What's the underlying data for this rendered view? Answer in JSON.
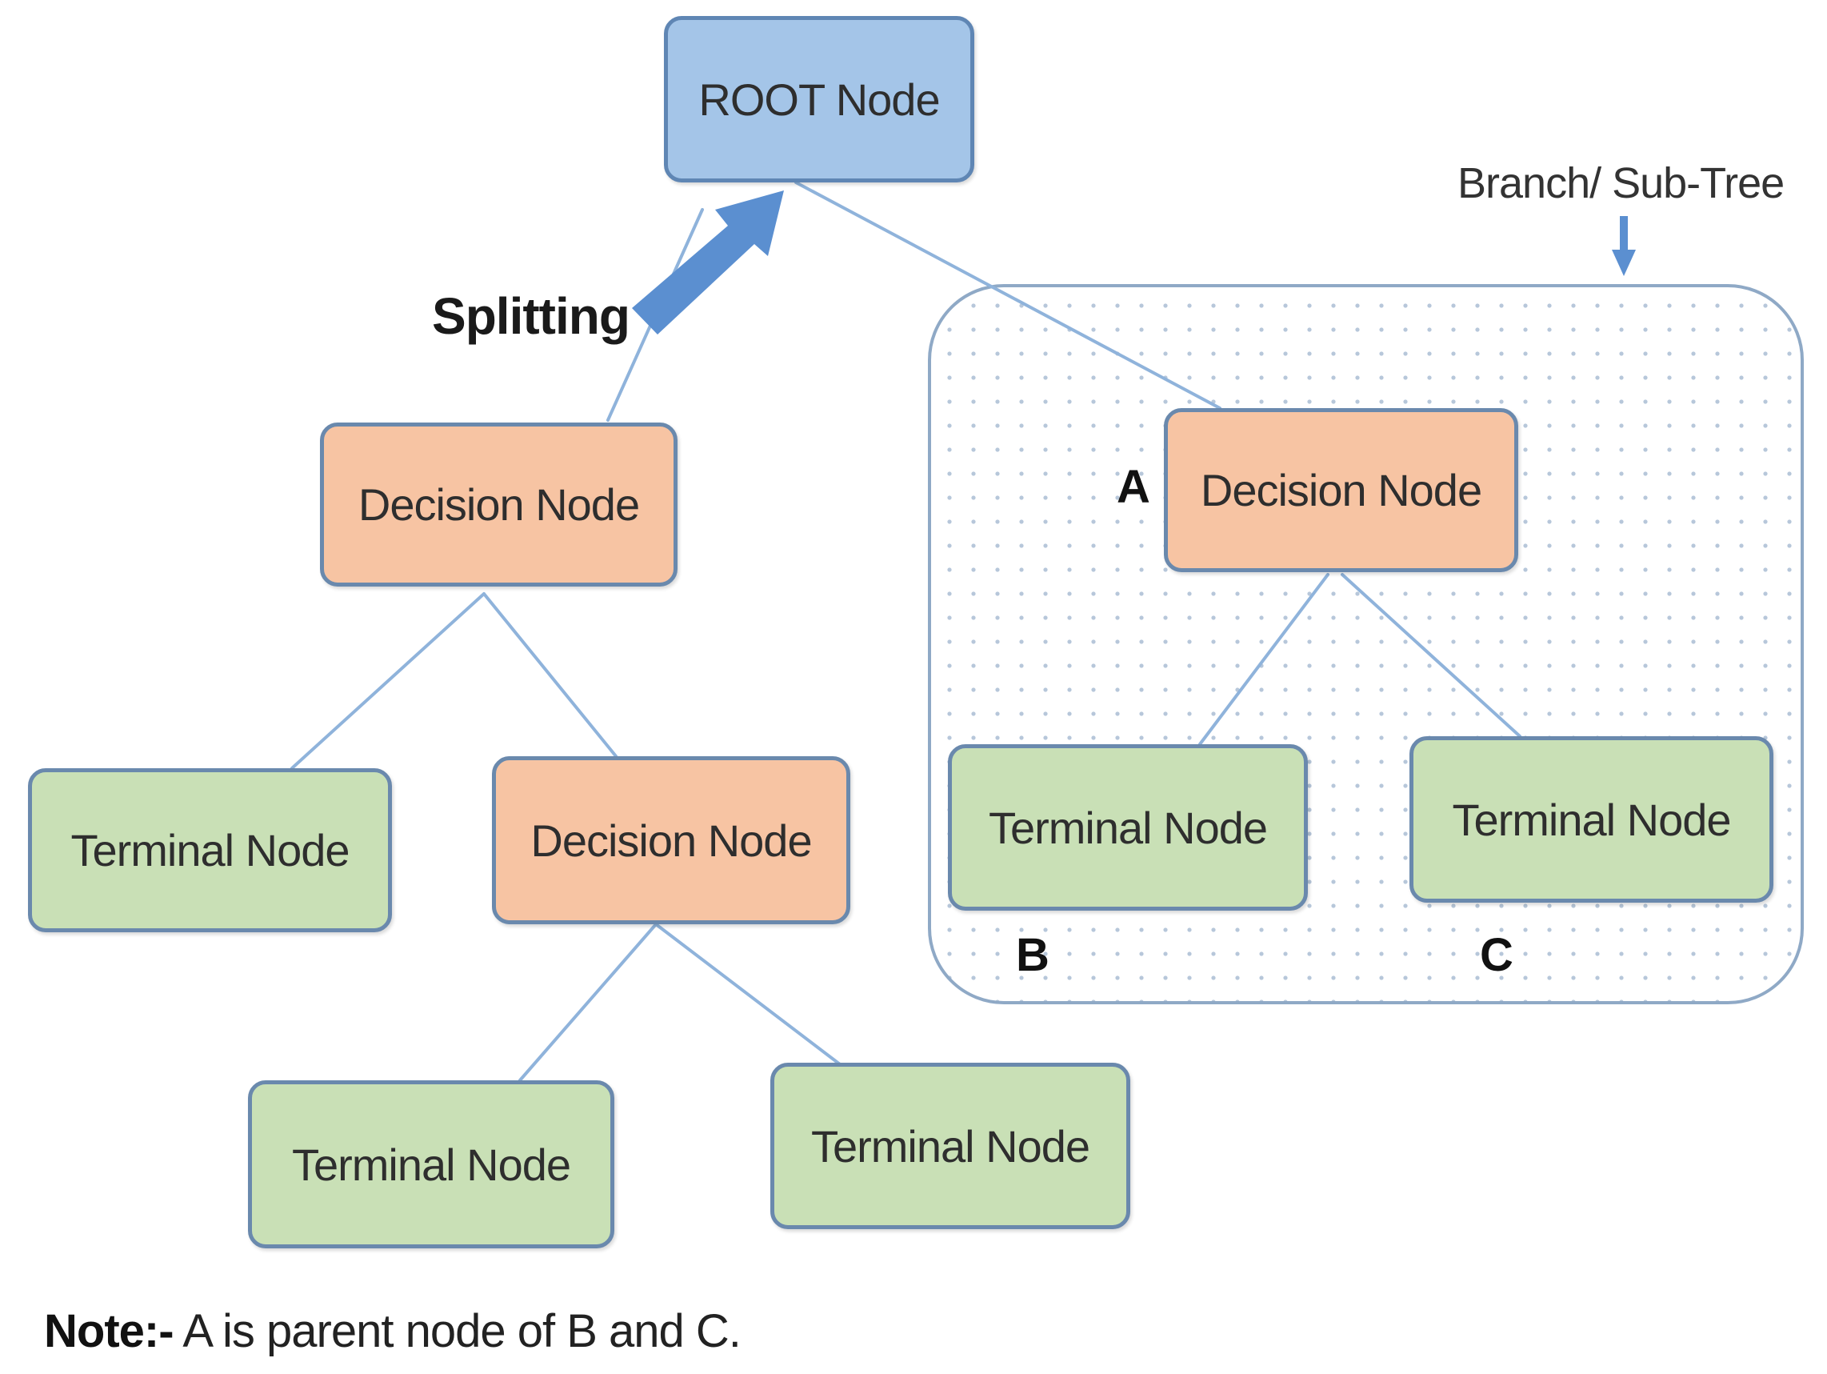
{
  "nodes": {
    "root": "ROOT Node",
    "decision_left": "Decision Node",
    "decision_right": "Decision Node",
    "decision_lower": "Decision Node",
    "terminal_left": "Terminal Node",
    "terminal_bottom_left": "Terminal Node",
    "terminal_bottom_right": "Terminal Node",
    "terminal_b": "Terminal Node",
    "terminal_c": "Terminal Node"
  },
  "labels": {
    "splitting": "Splitting",
    "branch": "Branch/ Sub-Tree",
    "a": "A",
    "b": "B",
    "c": "C"
  },
  "note": {
    "key": "Note:-",
    "text": " A is parent node of B and C."
  },
  "colors": {
    "root_fill": "#a4c5e8",
    "decision_fill": "#f7c4a3",
    "terminal_fill": "#c9e0b6",
    "connector": "#8fb3db",
    "arrow": "#5b8fd0"
  }
}
